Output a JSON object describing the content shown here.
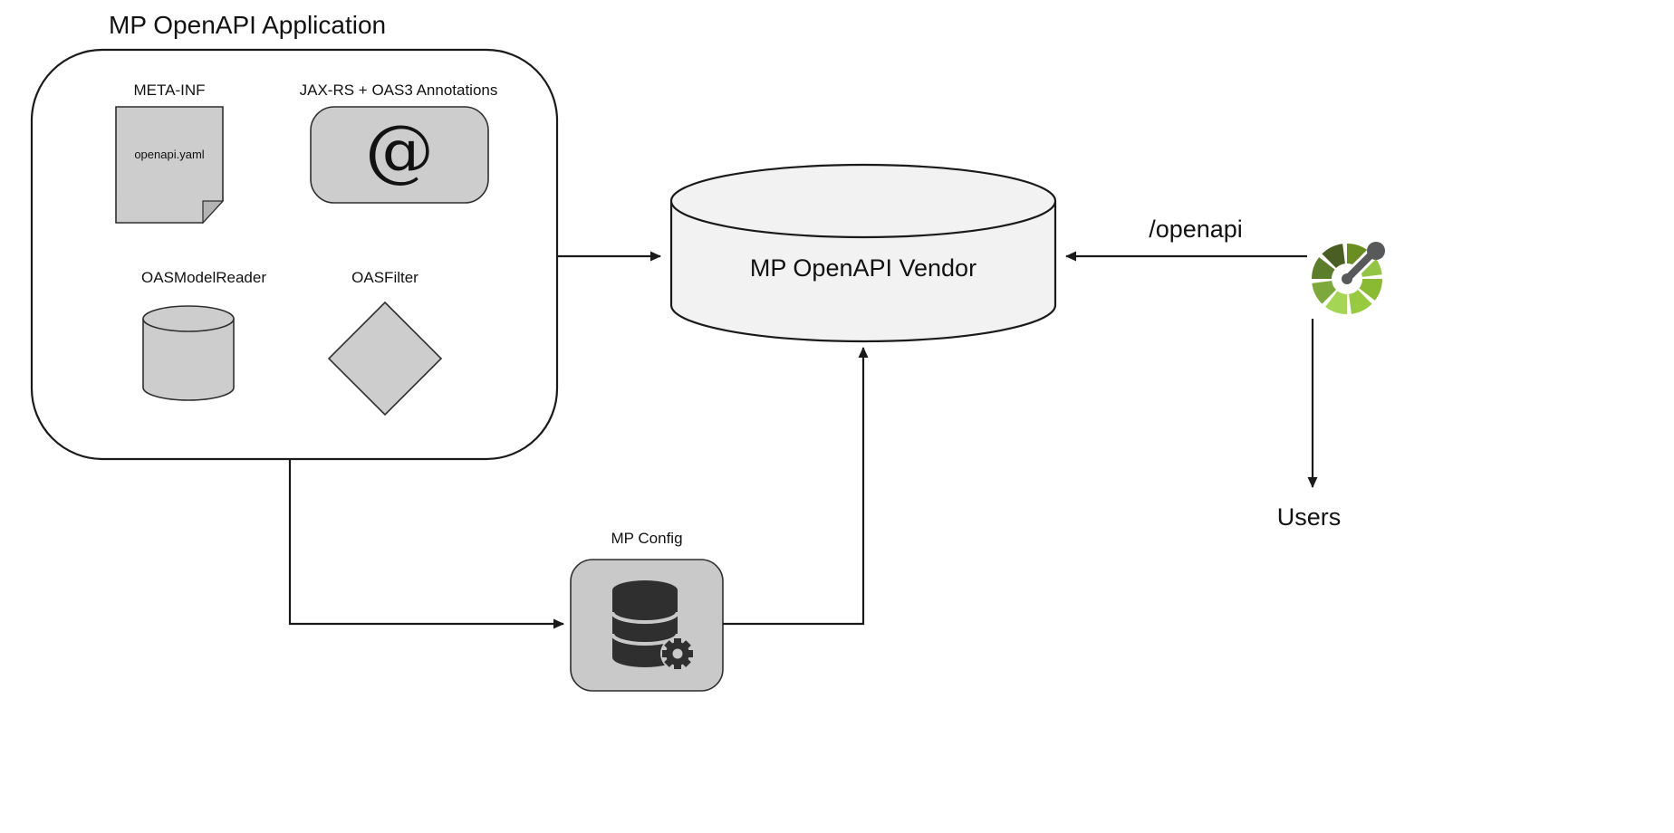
{
  "diagram": {
    "title": "MP OpenAPI Application",
    "nodes": {
      "meta_inf": {
        "label": "META-INF",
        "file_name": "openapi.yaml"
      },
      "annotations": {
        "label": "JAX-RS + OAS3 Annotations",
        "symbol": "@"
      },
      "model_reader": {
        "label": "OASModelReader"
      },
      "filter": {
        "label": "OASFilter"
      },
      "vendor": {
        "label": "MP OpenAPI Vendor"
      },
      "config": {
        "label": "MP Config"
      },
      "endpoint": {
        "label": "/openapi"
      },
      "users": {
        "label": "Users"
      }
    },
    "icons": [
      "document-folded-corner-icon",
      "annotation-at-icon",
      "small-database-cylinder-icon",
      "filter-diamond-icon",
      "vendor-database-cylinder-icon",
      "config-database-gear-icon",
      "microprofile-openapi-logo-icon"
    ],
    "edges": [
      {
        "from": "MP OpenAPI Application",
        "to": "MP OpenAPI Vendor"
      },
      {
        "from": "MicroProfile logo (/openapi)",
        "to": "MP OpenAPI Vendor"
      },
      {
        "from": "MicroProfile logo",
        "to": "Users"
      },
      {
        "from": "MP OpenAPI Application",
        "to": "MP Config"
      },
      {
        "from": "MP Config",
        "to": "MP OpenAPI Vendor"
      }
    ],
    "colors": {
      "stroke": "#1a1a1a",
      "shape_fill": "#cdcdcd",
      "vendor_fill": "#f2f2f2",
      "config_fill": "#c9c9c9",
      "icon_dark": "#2f2f2f",
      "logo_gray": "#58595b",
      "logo_greens": [
        "#8ab933",
        "#97ca3f",
        "#a5d653",
        "#7da83b",
        "#5c7d2b",
        "#4a5d23",
        "#6b8e23",
        "#94c445"
      ]
    }
  }
}
